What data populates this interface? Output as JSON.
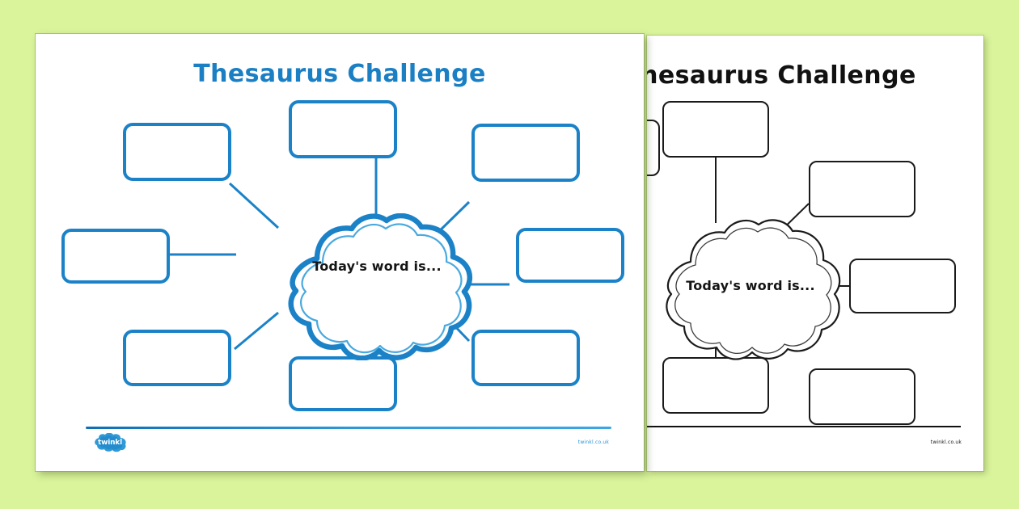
{
  "background_color": "#d9f49b",
  "accent_color": "#1b82c8",
  "title_color": "#1b7fc4",
  "front_page": {
    "title": "Thesaurus Challenge",
    "cloud_text": "Today's word is...",
    "footer_url": "twinkl.co.uk",
    "logo_text": "twinkl",
    "boxes": [
      {
        "id": "top-left",
        "label": ""
      },
      {
        "id": "top-center",
        "label": ""
      },
      {
        "id": "top-right",
        "label": ""
      },
      {
        "id": "middle-left",
        "label": ""
      },
      {
        "id": "middle-right",
        "label": ""
      },
      {
        "id": "bottom-left",
        "label": ""
      },
      {
        "id": "bottom-center",
        "label": ""
      },
      {
        "id": "bottom-right",
        "label": ""
      }
    ]
  },
  "back_page": {
    "title": "Thesaurus Challenge",
    "cloud_text": "Today's word is...",
    "footer_url": "twinkl.co.uk",
    "boxes": [
      {
        "id": "top-left",
        "label": ""
      },
      {
        "id": "top-center",
        "label": ""
      },
      {
        "id": "top-right",
        "label": ""
      },
      {
        "id": "middle-left",
        "label": ""
      },
      {
        "id": "middle-right",
        "label": ""
      },
      {
        "id": "bottom-left",
        "label": ""
      },
      {
        "id": "bottom-center",
        "label": ""
      },
      {
        "id": "bottom-right",
        "label": ""
      }
    ]
  }
}
